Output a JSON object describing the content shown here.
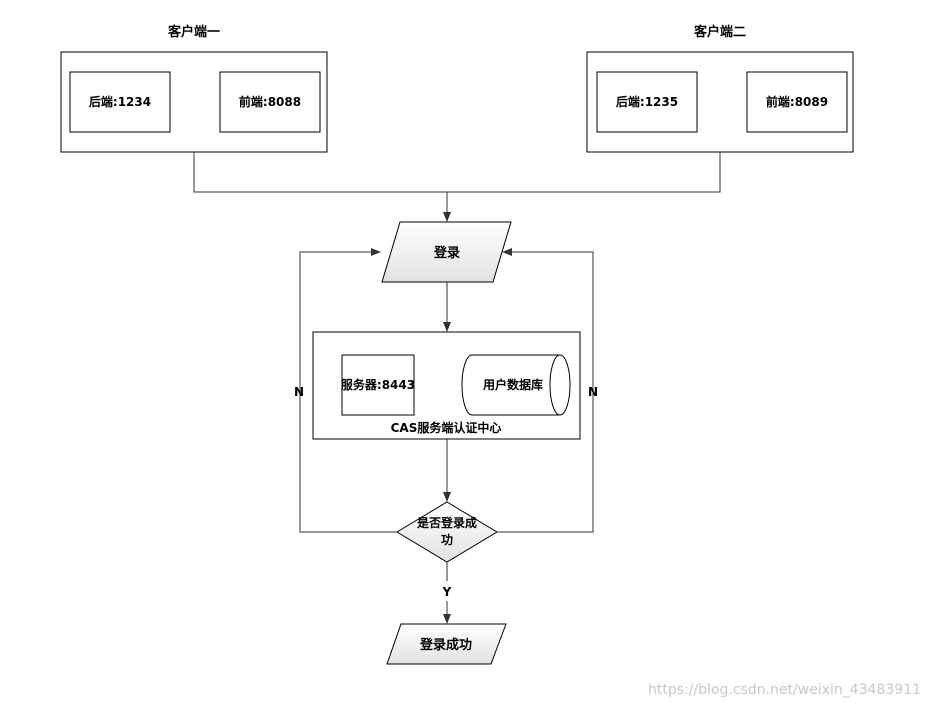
{
  "client1": {
    "title": "客户端一",
    "backend": "后端:1234",
    "frontend": "前端:8088"
  },
  "client2": {
    "title": "客户端二",
    "backend": "后端:1235",
    "frontend": "前端:8089"
  },
  "login": "登录",
  "cas": {
    "title": "CAS服务端认证中心",
    "server": "服务器:8443",
    "database": "用户数据库"
  },
  "decision": {
    "line1": "是否登录成",
    "line2": "功"
  },
  "no_label": "N",
  "yes_label": "Y",
  "success": "登录成功",
  "watermark": "https://blog.csdn.net/weixin_43483911",
  "colors": {
    "stroke": "#000000",
    "arrow": "#333333",
    "shape_fill_top": "#ffffff",
    "shape_fill_bottom": "#e2e2e2"
  }
}
